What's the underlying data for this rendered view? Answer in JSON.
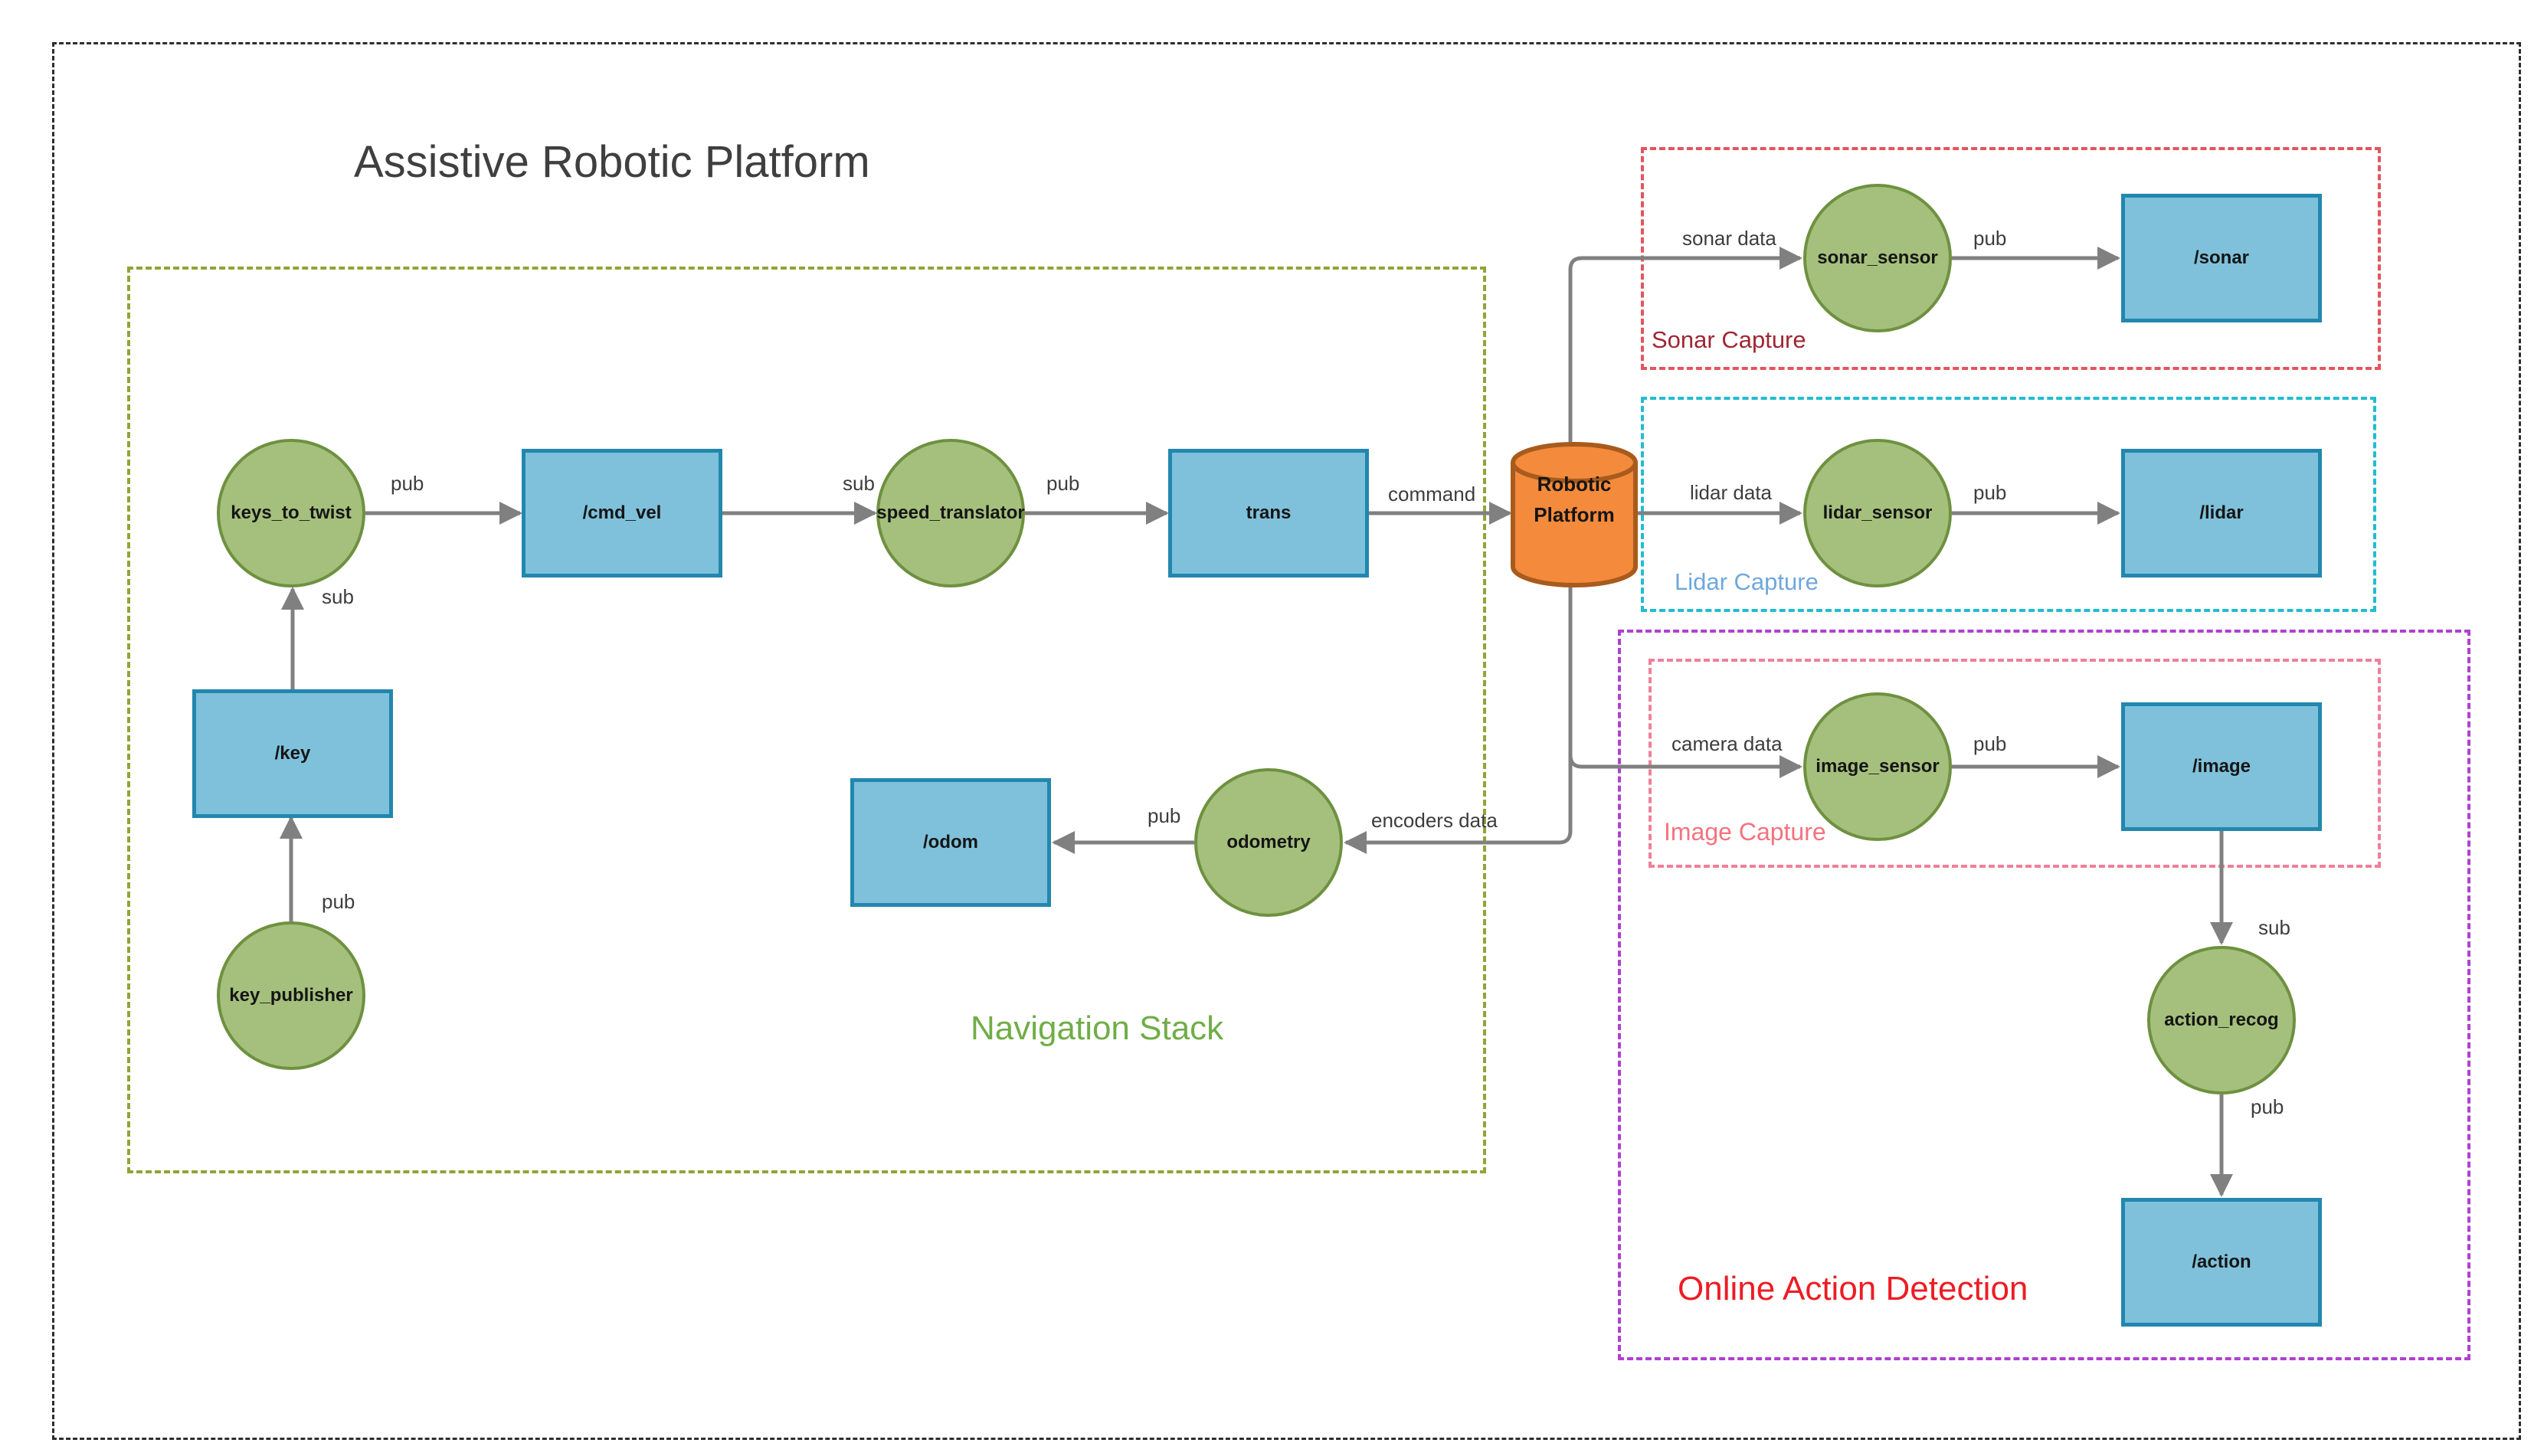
{
  "title": "Assistive Robotic Platform",
  "groups": {
    "navigation": {
      "label": "Navigation Stack"
    },
    "sonar": {
      "label": "Sonar Capture"
    },
    "lidar": {
      "label": "Lidar Capture"
    },
    "image": {
      "label": "Image Capture"
    },
    "action_detection": {
      "label": "Online Action Detection"
    }
  },
  "nodes": {
    "keys_to_twist": {
      "label": "keys_to_twist"
    },
    "key_publisher": {
      "label": "key_publisher"
    },
    "speed_translator": {
      "label": "speed_translator"
    },
    "odometry": {
      "label": "odometry"
    },
    "sonar_sensor": {
      "label": "sonar_sensor"
    },
    "lidar_sensor": {
      "label": "lidar_sensor"
    },
    "image_sensor": {
      "label": "image_sensor"
    },
    "action_recog": {
      "label": "action_recog"
    }
  },
  "topics": {
    "cmd_vel": {
      "label": "/cmd_vel"
    },
    "key": {
      "label": "/key"
    },
    "trans": {
      "label": "trans"
    },
    "odom": {
      "label": "/odom"
    },
    "sonar": {
      "label": "/sonar"
    },
    "lidar": {
      "label": "/lidar"
    },
    "image": {
      "label": "/image"
    },
    "action": {
      "label": "/action"
    }
  },
  "platform": {
    "line1": "Robotic",
    "line2": "Platform"
  },
  "edge_labels": {
    "key_publisher_to_key": "pub",
    "key_to_keys_to_twist": "sub",
    "keys_to_twist_to_cmd_vel": "pub",
    "cmd_vel_to_speed_translator": "sub",
    "speed_translator_to_trans": "pub",
    "trans_to_platform": "command",
    "platform_to_sonar_sensor": "sonar data",
    "sonar_sensor_to_sonar": "pub",
    "platform_to_lidar_sensor": "lidar data",
    "lidar_sensor_to_lidar": "pub",
    "platform_to_image_sensor": "camera data",
    "image_sensor_to_image": "pub",
    "platform_to_odometry": "encoders data",
    "odometry_to_odom": "pub",
    "image_to_action_recog": "sub",
    "action_recog_to_action": "pub"
  },
  "colors": {
    "node_fill": "#a5c07c",
    "node_stroke": "#6e9140",
    "topic_fill": "#7fc1db",
    "topic_stroke": "#2287ae",
    "platform_fill": "#f48a3c",
    "platform_stroke": "#a85b1c",
    "edge": "#808080",
    "edge_label": "#3d3d3d",
    "nav_border": "#93a337",
    "nav_label": "#70ad47",
    "sonar_border": "#e2555e",
    "sonar_label": "#9e2633",
    "lidar_border": "#23bcd0",
    "lidar_label": "#6fa8dc",
    "image_border": "#f07f9b",
    "image_label": "#f4737f",
    "oad_border": "#b040cf",
    "oad_label": "#ed1c24",
    "outer_border": "#2e2e2e",
    "title": "#3f3f3f"
  }
}
